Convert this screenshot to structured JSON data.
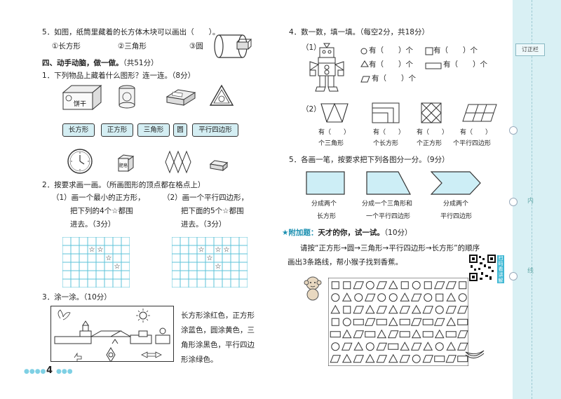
{
  "left": {
    "q5": {
      "text": "5．如图，纸筒里藏着的长方体木块可以画出（　　）。",
      "options": [
        "①长方形",
        "②三角形",
        "③圆"
      ]
    },
    "section4": {
      "title": "四、动手动脑，做一做。",
      "score": "（共51分）"
    },
    "q1": {
      "text": "1．下列物品上藏着什么图形？连一连。（8分）",
      "cookie_label": "饼干",
      "shapes": [
        "长方形",
        "正方形",
        "三角形",
        "圆",
        "平行四边形"
      ],
      "soap_label": "肥皂"
    },
    "q2": {
      "text": "2．按要求画一画。（所画图形的顶点都在格点上）",
      "p1": [
        "（1）画一个最小的正方形，",
        "把下列的4个☆都围",
        "进去。（3分）"
      ],
      "p2": [
        "（2）画一个平行四边形，",
        "把下面的5个☆都围",
        "进去。（3分）"
      ]
    },
    "q3": {
      "text": "3．涂一涂。（10分）",
      "instructions": [
        "长方形涂红色，正方形",
        "涂蓝色，圆涂黄色，三",
        "角形涂黑色，平行四边",
        "形涂绿色。"
      ]
    },
    "page_number": "4"
  },
  "right": {
    "q4": {
      "text": "4．数一数，填一填。（每空2分，共18分）",
      "p1_label": "（1）",
      "counts": [
        "有（　　）个",
        "有（　　）个",
        "有（　　）个",
        "有（　　）个",
        "有（　　）个"
      ],
      "p2_label": "（2）",
      "p2_items": [
        {
          "l1": "有（　　）",
          "l2": "个三角形"
        },
        {
          "l1": "有（　　）",
          "l2": "个长方形"
        },
        {
          "l1": "有（　　）",
          "l2": "个正方形"
        },
        {
          "l1": "有（　　）",
          "l2": "个平行四边形"
        }
      ]
    },
    "q5": {
      "text": "5．各画一笔，按要求把下列各图分一分。（9分）",
      "captions": [
        [
          "分成两个",
          "长方形"
        ],
        [
          "分成一个三角形和",
          "一个平行四边形"
        ],
        [
          "分成两个",
          "平行四边形"
        ]
      ]
    },
    "bonus": {
      "tag": "★附加题：",
      "title": "天才的你，试一试。",
      "score": "（10分）",
      "line1": "请按“正方形→圆→三角形→平行四边形→长方形”的顺序",
      "line2": "画出3条路线，帮小猴子找到香蕉。",
      "qr_text": "扫码看讲解"
    }
  },
  "margin": {
    "label": "订正栏",
    "ring_chars": [
      "内",
      "线"
    ]
  },
  "colors": {
    "cyan": "#27a9c9",
    "grid": "#5cc3d9",
    "margin_bg": "#d9f0f4",
    "tag_bg": "#d4eef3",
    "bonus": "#1a8fb0"
  },
  "maze": {
    "rows": 7,
    "cols": 12,
    "cells": [
      [
        "sq",
        "sq",
        "pa",
        "ci",
        "pa",
        "tr",
        "sq",
        "ci",
        "sq",
        "pa",
        "pa",
        "sq"
      ],
      [
        "ci",
        "tr",
        "ci",
        "pa",
        "ci",
        "ci",
        "tr",
        "pa",
        "ci",
        "sq",
        "tr",
        "ci"
      ],
      [
        "tr",
        "sq",
        "pa",
        "tr",
        "pa",
        "tr",
        "pa",
        "tr",
        "pa",
        "ci",
        "pa",
        "pa"
      ],
      [
        "sq",
        "ci",
        "re",
        "pa",
        "re",
        "tr",
        "re",
        "pa",
        "re",
        "pa",
        "tr",
        "re"
      ],
      [
        "re",
        "tr",
        "pa",
        "re",
        "tr",
        "pa",
        "re",
        "tr",
        "re",
        "tr",
        "re",
        "pa"
      ],
      [
        "ci",
        "pa",
        "tr",
        "ci",
        "pa",
        "re",
        "tr",
        "pa",
        "tr",
        "ci",
        "tr",
        "pa"
      ],
      [
        "pa",
        "tr",
        "pa",
        "tr",
        "pa",
        "tr",
        "pa",
        "ci",
        "pa",
        "re",
        "pa",
        "re"
      ]
    ]
  }
}
